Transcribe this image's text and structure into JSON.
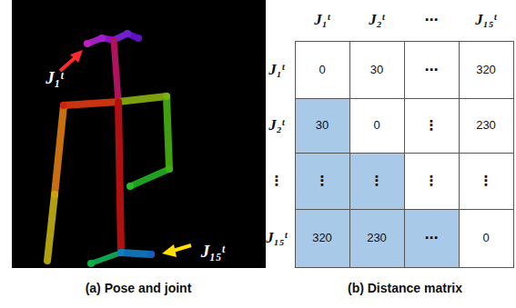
{
  "diagram": {
    "labels": [
      "J₁ᵗ",
      "J₁₅ᵗ",
      "J₁ᵗ",
      "J₂ᵗ",
      "⋯",
      "J₁₅ᵗ",
      "J₁ᵗ",
      "0",
      "30",
      "⋯",
      "320",
      "J₂ᵗ",
      "30",
      "0",
      "⋮",
      "230",
      "⋮",
      "⋮",
      "⋮",
      "⋮",
      "⋮",
      "J₁₅ᵗ",
      "320",
      "230",
      "⋯",
      "0",
      "(a) Pose and joint",
      "(b) Distance matrix"
    ]
  }
}
